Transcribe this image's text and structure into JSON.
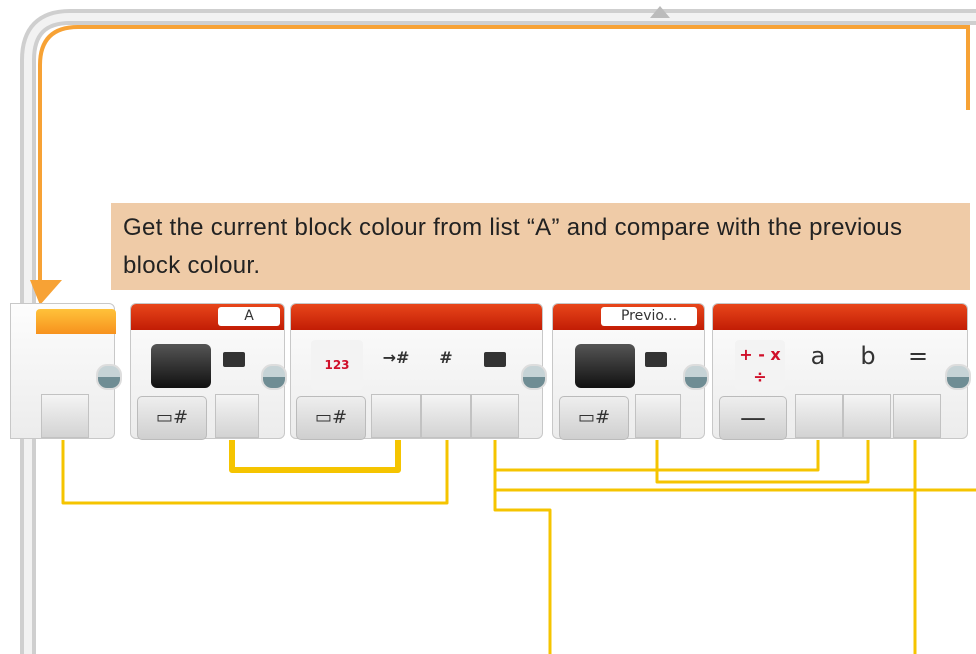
{
  "callout": {
    "text": "Get the current block colour from list “A” and compare with the previous block colour."
  },
  "blocks": [
    {
      "name": "A",
      "type": "variable-read-array"
    },
    {
      "type": "array-operations-read-at-index",
      "mode_icon": "123",
      "inputs": [
        "→#",
        "#"
      ]
    },
    {
      "name": "Previo...",
      "type": "variable-read-numeric"
    },
    {
      "type": "math",
      "mode_icon": "+ - x ÷",
      "mode": "—",
      "inputs": [
        "a",
        "b"
      ],
      "output": "="
    }
  ],
  "colors": {
    "wire": "#f5c400",
    "loop": "#f7a235",
    "block_header": "#d4300e",
    "callout": "#efcba7"
  }
}
